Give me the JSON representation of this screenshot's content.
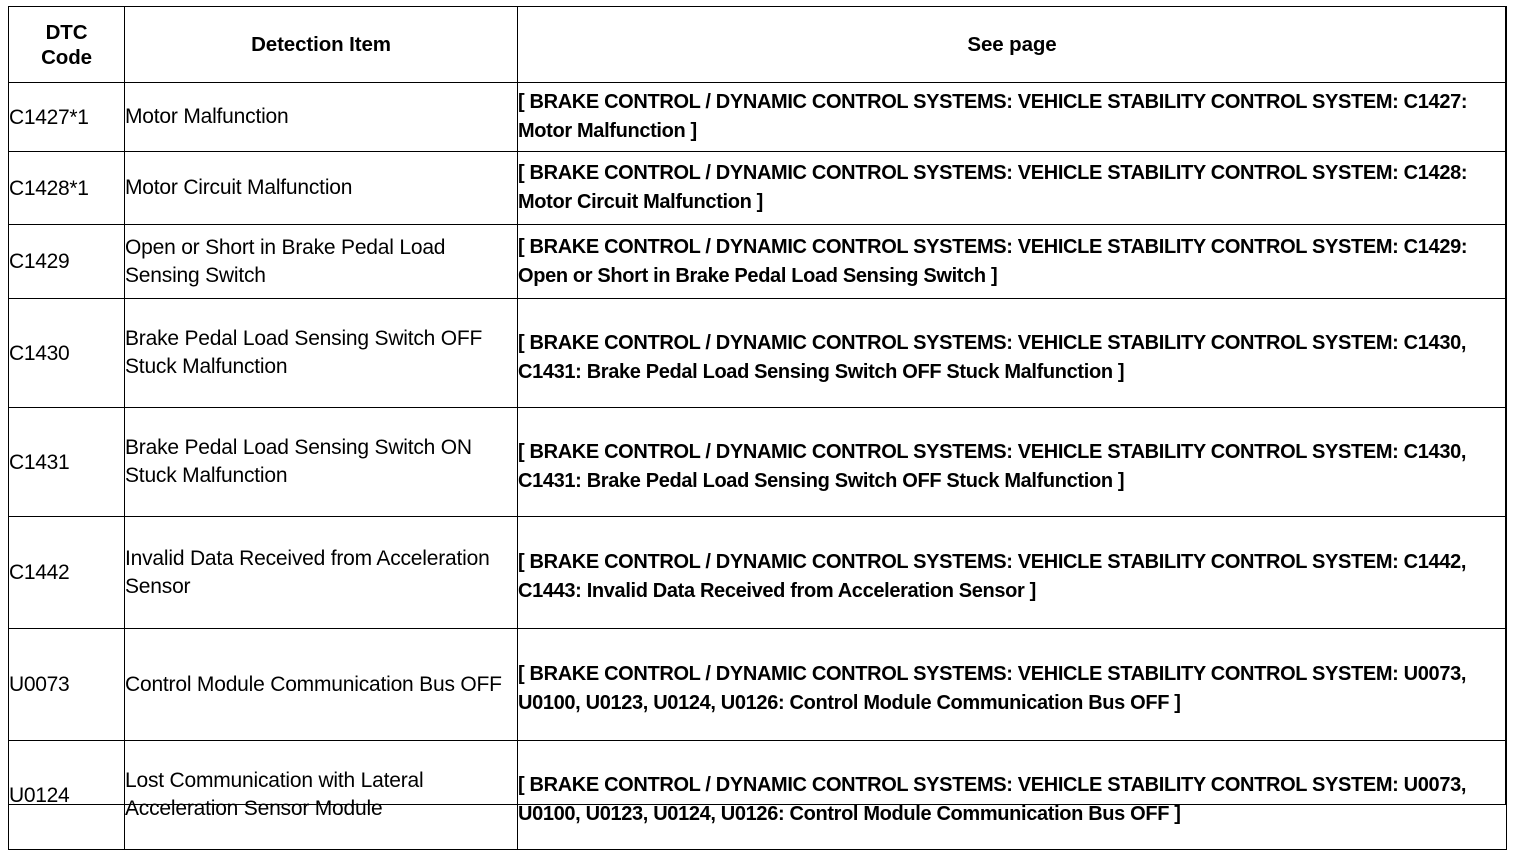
{
  "table": {
    "headers": {
      "dtc_code": "DTC\nCode",
      "dtc_code_line1": "DTC",
      "dtc_code_line2": "Code",
      "detection_item": "Detection Item",
      "see_page": "See page"
    },
    "rows": [
      {
        "dtc_code": "C1427*1",
        "detection_item": "Motor Malfunction",
        "see_page": "[ BRAKE CONTROL / DYNAMIC CONTROL SYSTEMS: VEHICLE STABILITY CONTROL SYSTEM: C1427: Motor Malfunction ]"
      },
      {
        "dtc_code": "C1428*1",
        "detection_item": "Motor Circuit Malfunction",
        "see_page": "[ BRAKE CONTROL / DYNAMIC CONTROL SYSTEMS: VEHICLE STABILITY CONTROL SYSTEM: C1428: Motor Circuit Malfunction ]"
      },
      {
        "dtc_code": "C1429",
        "detection_item": "Open or Short in Brake Pedal Load Sensing Switch",
        "see_page": "[ BRAKE CONTROL / DYNAMIC CONTROL SYSTEMS: VEHICLE STABILITY CONTROL SYSTEM: C1429: Open or Short in Brake Pedal Load Sensing Switch ]"
      },
      {
        "dtc_code": "C1430",
        "detection_item": "Brake Pedal Load Sensing Switch OFF Stuck Malfunction",
        "see_page": "[ BRAKE CONTROL / DYNAMIC CONTROL SYSTEMS: VEHICLE STABILITY CONTROL SYSTEM: C1430, C1431: Brake Pedal Load Sensing Switch OFF Stuck Malfunction ]"
      },
      {
        "dtc_code": "C1431",
        "detection_item": "Brake Pedal Load Sensing Switch ON Stuck Malfunction",
        "see_page": "[ BRAKE CONTROL / DYNAMIC CONTROL SYSTEMS: VEHICLE STABILITY CONTROL SYSTEM: C1430, C1431: Brake Pedal Load Sensing Switch OFF Stuck Malfunction ]"
      },
      {
        "dtc_code": "C1442",
        "detection_item": "Invalid Data Received from Acceleration Sensor",
        "see_page": "[ BRAKE CONTROL / DYNAMIC CONTROL SYSTEMS: VEHICLE STABILITY CONTROL SYSTEM: C1442, C1443: Invalid Data Received from Acceleration Sensor ]"
      },
      {
        "dtc_code": "U0073",
        "detection_item": "Control Module Communication Bus OFF",
        "see_page": "[ BRAKE CONTROL / DYNAMIC CONTROL SYSTEMS: VEHICLE STABILITY CONTROL SYSTEM: U0073, U0100, U0123, U0124, U0126: Control Module Communication Bus OFF ]"
      },
      {
        "dtc_code": "U0124",
        "detection_item": "Lost Communication with Lateral Acceleration Sensor Module",
        "see_page": "[ BRAKE CONTROL / DYNAMIC CONTROL SYSTEMS: VEHICLE STABILITY CONTROL SYSTEM: U0073, U0100, U0123, U0124, U0126: Control Module Communication Bus OFF ]"
      }
    ]
  },
  "colors": {
    "border": "#000000",
    "text": "#000000",
    "background": "#ffffff"
  }
}
